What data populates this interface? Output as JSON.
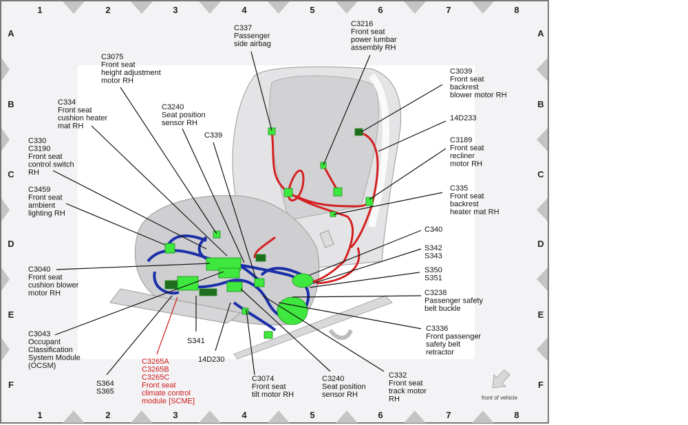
{
  "diagram": {
    "columns": [
      "1",
      "2",
      "3",
      "4",
      "5",
      "6",
      "7",
      "8"
    ],
    "rows": [
      "A",
      "B",
      "C",
      "D",
      "E",
      "F"
    ],
    "front_of_vehicle": "front of vehicle",
    "colors": {
      "power_harness": "#d42020",
      "floor_harness": "#1a2fa8",
      "connector": "#3ee83e",
      "highlight_label": "#d01818"
    },
    "labels": [
      {
        "id": "c337",
        "lines": [
          "C337",
          "Passenger",
          "side airbag"
        ]
      },
      {
        "id": "c3216",
        "lines": [
          "C3216",
          "Front seat",
          "power lumbar",
          "assembly RH"
        ]
      },
      {
        "id": "c3075",
        "lines": [
          "C3075",
          "Front seat",
          "height adjustment",
          "motor RH"
        ]
      },
      {
        "id": "c334",
        "lines": [
          "C334",
          "Front seat",
          "cushion heater",
          "mat RH"
        ]
      },
      {
        "id": "c3240-top",
        "lines": [
          "C3240",
          "Seat position",
          "sensor RH"
        ]
      },
      {
        "id": "c339",
        "lines": [
          "C339"
        ]
      },
      {
        "id": "c330",
        "lines": [
          "C330",
          "C3190",
          "Front seat",
          "control switch",
          "RH"
        ]
      },
      {
        "id": "c3459",
        "lines": [
          "C3459",
          "Front seat",
          "ambient",
          "lighting RH"
        ]
      },
      {
        "id": "c3039",
        "lines": [
          "C3039",
          "Front seat",
          "backrest",
          "blower motor RH"
        ]
      },
      {
        "id": "14d233",
        "lines": [
          "14D233"
        ]
      },
      {
        "id": "c3189",
        "lines": [
          "C3189",
          "Front seat",
          "recliner",
          "motor RH"
        ]
      },
      {
        "id": "c335",
        "lines": [
          "C335",
          "Front seat",
          "backrest",
          "heater mat RH"
        ]
      },
      {
        "id": "c340",
        "lines": [
          "C340"
        ]
      },
      {
        "id": "s342",
        "lines": [
          "S342",
          "S343"
        ]
      },
      {
        "id": "s350",
        "lines": [
          "S350",
          "S351"
        ]
      },
      {
        "id": "c3238",
        "lines": [
          "C3238",
          "Passenger safety",
          "belt buckle"
        ]
      },
      {
        "id": "c3336",
        "lines": [
          "C3336",
          "Front passenger",
          "safety belt",
          "retractor"
        ]
      },
      {
        "id": "c3040",
        "lines": [
          "C3040",
          "Front seat",
          "cushion blower",
          "motor RH"
        ]
      },
      {
        "id": "c3043",
        "lines": [
          "C3043",
          "Occupant",
          "Classification",
          "System Module",
          "(OCSM)"
        ]
      },
      {
        "id": "s341",
        "lines": [
          "S341"
        ]
      },
      {
        "id": "14d230",
        "lines": [
          "14D230"
        ]
      },
      {
        "id": "s364",
        "lines": [
          "S364",
          "S365"
        ]
      },
      {
        "id": "c3265",
        "lines": [
          "C3265A",
          "C3265B",
          "C3265C",
          "Front seat",
          "climate control",
          "module [SCME]"
        ],
        "highlight": true
      },
      {
        "id": "c3074",
        "lines": [
          "C3074",
          "Front seat",
          "tilt motor RH"
        ]
      },
      {
        "id": "c3240-bottom",
        "lines": [
          "C3240",
          "Seat position",
          "sensor RH"
        ]
      },
      {
        "id": "c332",
        "lines": [
          "C332",
          "Front seat",
          "track motor",
          "RH"
        ]
      }
    ]
  }
}
